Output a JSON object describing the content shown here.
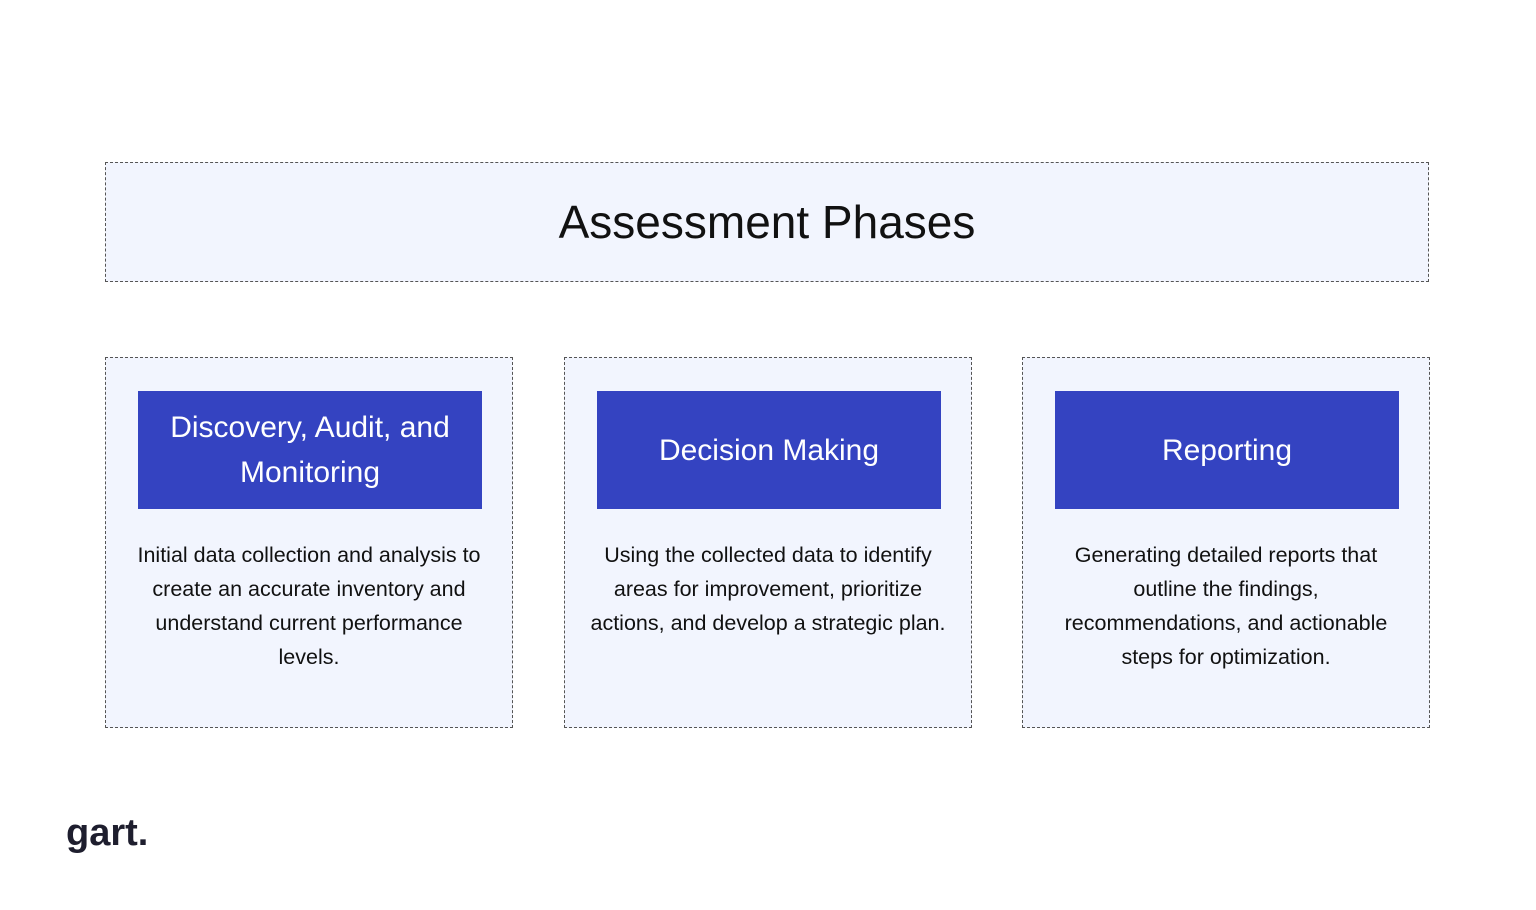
{
  "title": "Assessment Phases",
  "phases": [
    {
      "name": "Discovery, Audit, and Monitoring",
      "description": "Initial data collection and analysis to create an accurate inventory and understand current performance levels."
    },
    {
      "name": "Decision Making",
      "description": "Using the collected data to identify areas for improvement, prioritize actions, and develop a strategic plan."
    },
    {
      "name": "Reporting",
      "description": "Generating detailed reports that outline the findings, recommendations, and actionable steps for optimization."
    }
  ],
  "logo": "gart.",
  "colors": {
    "accent": "#3443c1",
    "panel_background": "#f2f5fe",
    "border": "#555555"
  }
}
